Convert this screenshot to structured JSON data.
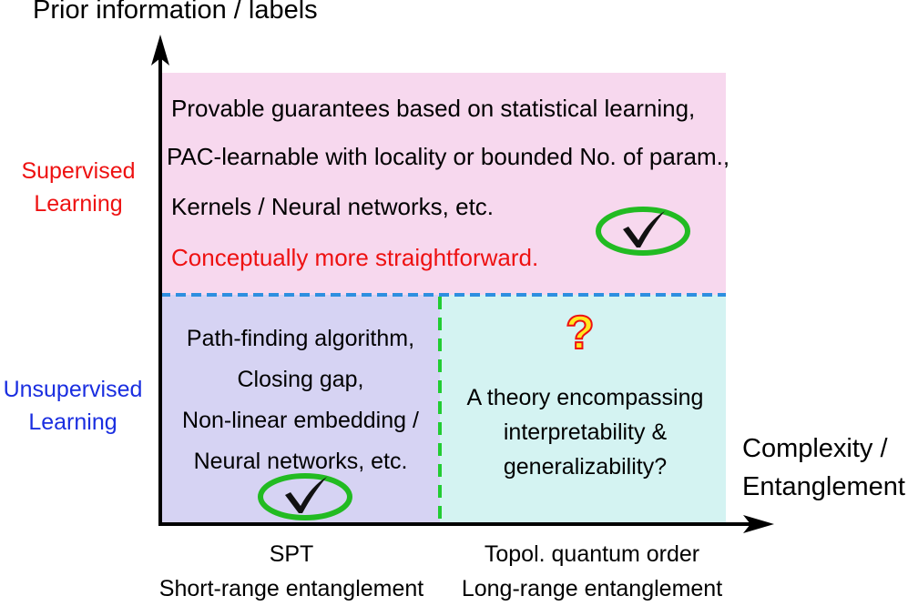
{
  "y_axis_title": "Prior information / labels",
  "x_axis_title_line1": "Complexity /",
  "x_axis_title_line2": "Entanglement",
  "row_supervised": {
    "line1": "Supervised",
    "line2": "Learning",
    "color": "#ee1111"
  },
  "row_unsupervised": {
    "line1": "Unsupervised",
    "line2": "Learning",
    "color": "#1a2ee0"
  },
  "supervised_box": {
    "lines": [
      "Provable guarantees based on statistical learning,",
      "PAC-learnable with locality or bounded No. of param.,",
      "Kernels / Neural networks, etc."
    ],
    "highlight": "Conceptually more straightforward.",
    "highlight_color": "#ee1111",
    "background": "#f7d8ee",
    "status_icon": "checkmark-in-green-ellipse"
  },
  "unsupervised_spt_box": {
    "lines": [
      "Path-finding algorithm,",
      "Closing gap,",
      "Non-linear embedding /",
      "Neural networks, etc."
    ],
    "background": "#d6d3f3",
    "status_icon": "checkmark-in-green-ellipse"
  },
  "unsupervised_topo_box": {
    "question_mark": "?",
    "lines": [
      "A theory encompassing",
      "interpretability &",
      "generalizability?"
    ],
    "background": "#d4f3f2"
  },
  "x_categories": [
    {
      "line1": "SPT",
      "line2": "Short-range entanglement"
    },
    {
      "line1": "Topol. quantum order",
      "line2": "Long-range entanglement"
    }
  ],
  "colors": {
    "horizontal_divider": "#2e8fe0",
    "vertical_divider": "#22cc33",
    "check_ellipse": "#22bb22",
    "question_fill": "#ffe820",
    "question_outline": "#ee1111"
  }
}
